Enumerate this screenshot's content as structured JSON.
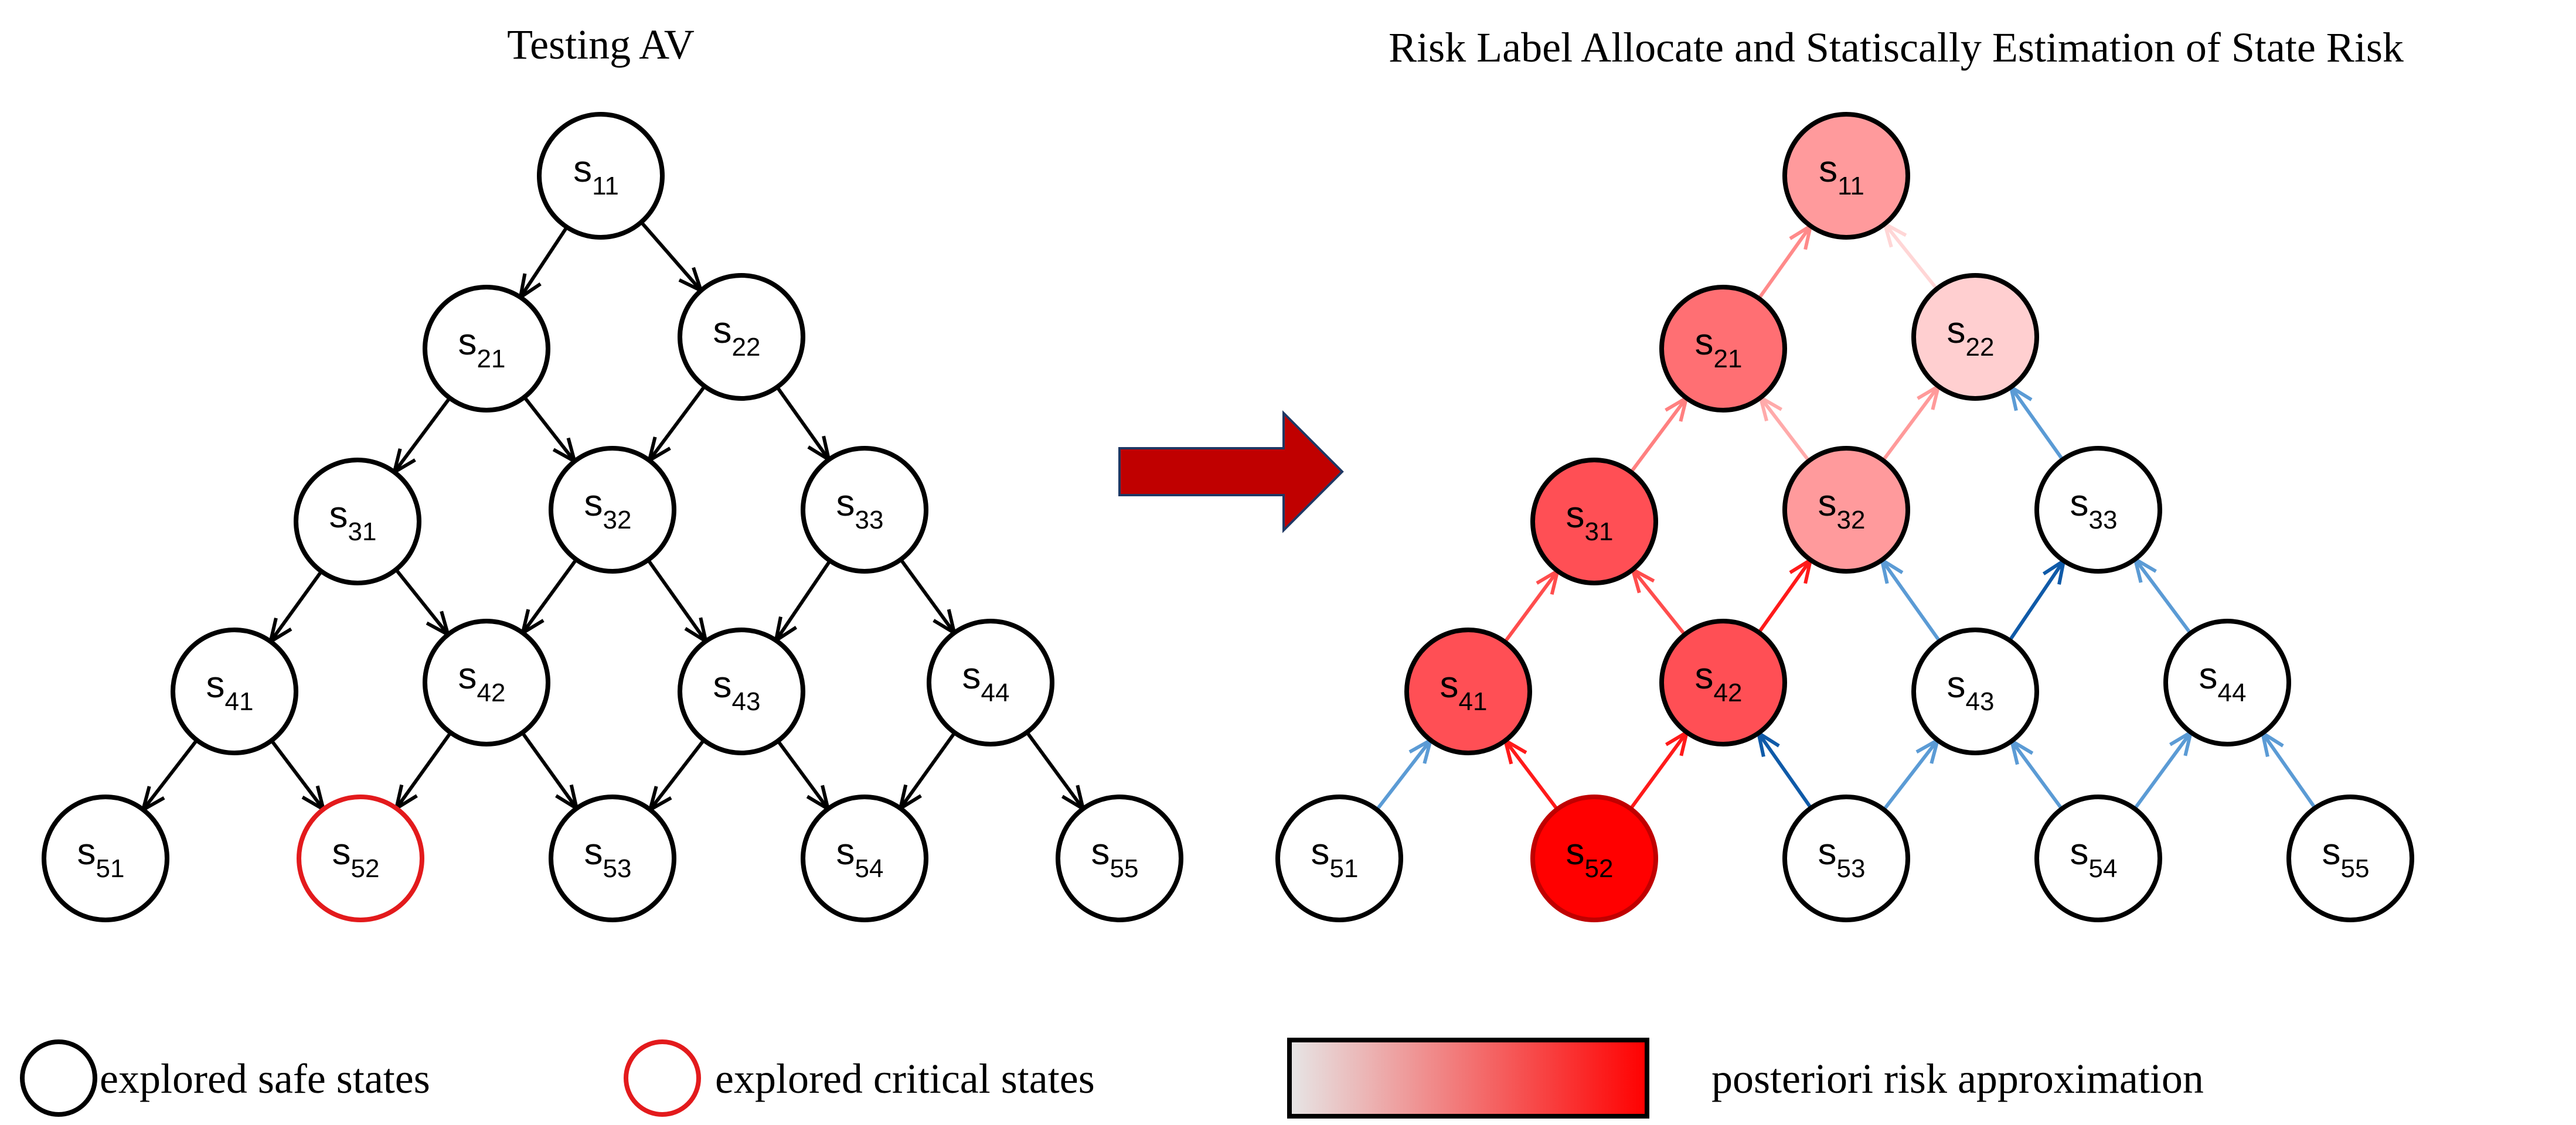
{
  "titles": {
    "left": "Testing AV",
    "right": "Risk Label Allocate and Statiscally Estimation of State Risk"
  },
  "legend": {
    "safe_label": "explored safe states",
    "critical_label": "explored critical states",
    "risk_label": "posteriori risk approximation",
    "gradient_colors": [
      "#e6e6e6",
      "#ff0000"
    ]
  },
  "colors": {
    "critical_outline": "#e31a1c",
    "arrow_left": "#000000",
    "arrow_blue_light": "#5b9bd5",
    "arrow_blue_dark": "#0f5aa8",
    "arrow_red": "#ff3b3b",
    "arrow_red_light": "#ffaaaa",
    "arrow_pink_pale": "#ffd6d6",
    "big_arrow": "#c00000"
  },
  "nodes": [
    {
      "id": "11",
      "main": "s",
      "sub": "11"
    },
    {
      "id": "21",
      "main": "s",
      "sub": "21"
    },
    {
      "id": "22",
      "main": "s",
      "sub": "22"
    },
    {
      "id": "31",
      "main": "s",
      "sub": "31"
    },
    {
      "id": "32",
      "main": "s",
      "sub": "32"
    },
    {
      "id": "33",
      "main": "s",
      "sub": "33"
    },
    {
      "id": "41",
      "main": "s",
      "sub": "41"
    },
    {
      "id": "42",
      "main": "s",
      "sub": "42"
    },
    {
      "id": "43",
      "main": "s",
      "sub": "43"
    },
    {
      "id": "44",
      "main": "s",
      "sub": "44"
    },
    {
      "id": "51",
      "main": "s",
      "sub": "51"
    },
    {
      "id": "52",
      "main": "s",
      "sub": "52"
    },
    {
      "id": "53",
      "main": "s",
      "sub": "53"
    },
    {
      "id": "54",
      "main": "s",
      "sub": "54"
    },
    {
      "id": "55",
      "main": "s",
      "sub": "55"
    }
  ],
  "left_critical": [
    "52"
  ],
  "right_fills": {
    "11": "#ff9a9c",
    "21": "#ff6f73",
    "22": "#ffcfd0",
    "31": "#ff4f55",
    "32": "#ff9a9c",
    "41": "#ff4f55",
    "42": "#ff4f55",
    "52": "#ff0000"
  },
  "edges": [
    [
      "11",
      "21"
    ],
    [
      "11",
      "22"
    ],
    [
      "21",
      "31"
    ],
    [
      "21",
      "32"
    ],
    [
      "22",
      "32"
    ],
    [
      "22",
      "33"
    ],
    [
      "31",
      "41"
    ],
    [
      "31",
      "42"
    ],
    [
      "32",
      "42"
    ],
    [
      "32",
      "43"
    ],
    [
      "33",
      "43"
    ],
    [
      "33",
      "44"
    ],
    [
      "41",
      "51"
    ],
    [
      "41",
      "52"
    ],
    [
      "42",
      "52"
    ],
    [
      "42",
      "53"
    ],
    [
      "43",
      "53"
    ],
    [
      "43",
      "54"
    ],
    [
      "44",
      "54"
    ],
    [
      "44",
      "55"
    ]
  ],
  "right_edges": [
    {
      "from": "21",
      "to": "11",
      "color": "#ff8a8a"
    },
    {
      "from": "22",
      "to": "11",
      "color": "#ffd6d6"
    },
    {
      "from": "31",
      "to": "21",
      "color": "#ff8080"
    },
    {
      "from": "32",
      "to": "21",
      "color": "#ffaaaa"
    },
    {
      "from": "32",
      "to": "22",
      "color": "#ff9a9a"
    },
    {
      "from": "33",
      "to": "22",
      "color": "#5b9bd5"
    },
    {
      "from": "41",
      "to": "31",
      "color": "#ff4d4d"
    },
    {
      "from": "42",
      "to": "31",
      "color": "#ff4d4d"
    },
    {
      "from": "42",
      "to": "32",
      "color": "#ff1a1a"
    },
    {
      "from": "43",
      "to": "32",
      "color": "#5b9bd5"
    },
    {
      "from": "43",
      "to": "33",
      "color": "#0f5aa8"
    },
    {
      "from": "44",
      "to": "33",
      "color": "#5b9bd5"
    },
    {
      "from": "51",
      "to": "41",
      "color": "#5b9bd5"
    },
    {
      "from": "52",
      "to": "41",
      "color": "#ff1a1a"
    },
    {
      "from": "52",
      "to": "42",
      "color": "#ff1a1a"
    },
    {
      "from": "53",
      "to": "42",
      "color": "#0f5aa8"
    },
    {
      "from": "53",
      "to": "43",
      "color": "#5b9bd5"
    },
    {
      "from": "54",
      "to": "43",
      "color": "#5b9bd5"
    },
    {
      "from": "54",
      "to": "44",
      "color": "#5b9bd5"
    },
    {
      "from": "55",
      "to": "44",
      "color": "#5b9bd5"
    }
  ]
}
